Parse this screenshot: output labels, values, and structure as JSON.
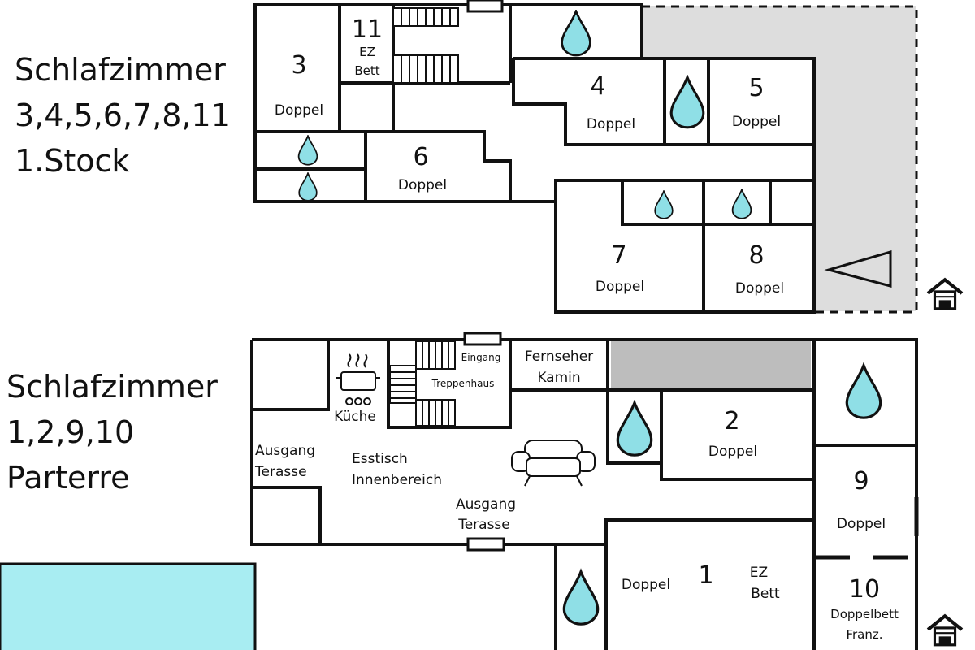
{
  "upper_floor": {
    "label_line1": "Schlafzimmer",
    "label_line2": "3,4,5,6,7,8,11",
    "label_line3": "1.Stock",
    "rooms": {
      "r3": {
        "number": "3",
        "type": "Doppel"
      },
      "r11": {
        "number": "11",
        "type_line1": "EZ",
        "type_line2": "Bett"
      },
      "r4": {
        "number": "4",
        "type": "Doppel"
      },
      "r5": {
        "number": "5",
        "type": "Doppel"
      },
      "r6": {
        "number": "6",
        "type": "Doppel"
      },
      "r7": {
        "number": "7",
        "type": "Doppel"
      },
      "r8": {
        "number": "8",
        "type": "Doppel"
      }
    }
  },
  "ground_floor": {
    "label_line1": "Schlafzimmer",
    "label_line2": "1,2,9,10",
    "label_line3": "Parterre",
    "entrance": "Eingang",
    "staircase": "Treppenhaus",
    "tv_line1": "Fernseher",
    "tv_line2": "Kamin",
    "kitchen": "Küche",
    "exit_left_line1": "Ausgang",
    "exit_left_line2": "Terasse",
    "dining_line1": "Esstisch",
    "dining_line2": "Innenbereich",
    "exit_bottom_line1": "Ausgang",
    "exit_bottom_line2": "Terasse",
    "rooms": {
      "r2": {
        "number": "2",
        "type": "Doppel"
      },
      "r9": {
        "number": "9",
        "type": "Doppel"
      },
      "r1": {
        "number": "1",
        "type": "Doppel",
        "extra_line1": "EZ",
        "extra_line2": "Bett"
      },
      "r10": {
        "number": "10",
        "type_line1": "Doppelbett",
        "type_line2": "Franz."
      }
    }
  },
  "colors": {
    "wall": "#111111",
    "water_drop": "#8fdfe6",
    "pool": "#a8edf2",
    "terrace": "#dddddd",
    "covered_area": "#bdbdbd"
  }
}
